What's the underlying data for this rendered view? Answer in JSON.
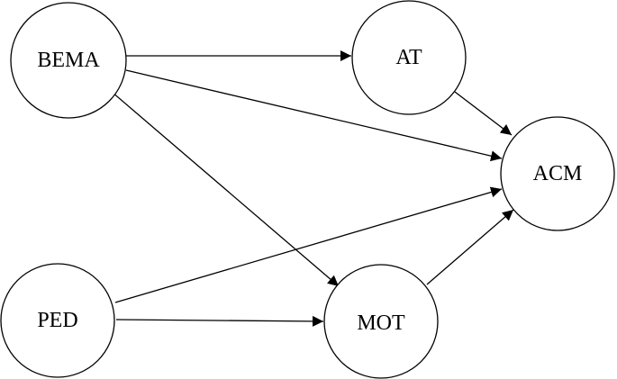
{
  "diagram": {
    "nodes": {
      "bema": {
        "label": "BEMA"
      },
      "at": {
        "label": "AT"
      },
      "acm": {
        "label": "ACM"
      },
      "ped": {
        "label": "PED"
      },
      "mot": {
        "label": "MOT"
      }
    },
    "edges": [
      {
        "from": "BEMA",
        "to": "AT"
      },
      {
        "from": "BEMA",
        "to": "ACM"
      },
      {
        "from": "BEMA",
        "to": "MOT"
      },
      {
        "from": "AT",
        "to": "ACM"
      },
      {
        "from": "PED",
        "to": "ACM"
      },
      {
        "from": "PED",
        "to": "MOT"
      },
      {
        "from": "MOT",
        "to": "ACM"
      }
    ]
  }
}
